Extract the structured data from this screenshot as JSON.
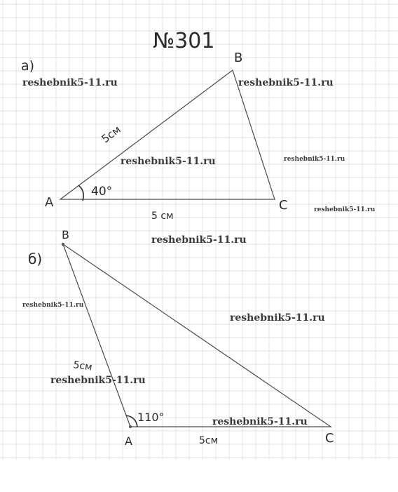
{
  "problem": {
    "number": "№301"
  },
  "part_a": {
    "marker": "а)",
    "vertex_a": "A",
    "vertex_b": "B",
    "vertex_c": "C",
    "side_ab": "5см",
    "side_ac": "5 см",
    "angle_a": "40°"
  },
  "part_b": {
    "marker": "б)",
    "vertex_a": "A",
    "vertex_b": "B",
    "vertex_c": "C",
    "side_ab": "5см",
    "side_ac": "5см",
    "angle_a": "110°"
  },
  "watermarks": [
    "reshebnik5-11.ru",
    "reshebnik5-11.ru",
    "reshebnik5-11.ru",
    "reshebnik5-11.ru",
    "reshebnik5-11.ru",
    "reshebnik5-11.ru",
    "reshebnik5-11.ru",
    "reshebnik5-11.ru",
    "reshebnik5-11.ru",
    "reshebnik5-11.ru"
  ]
}
